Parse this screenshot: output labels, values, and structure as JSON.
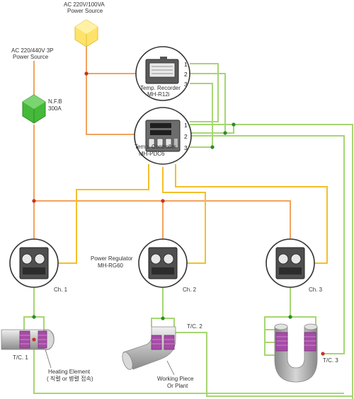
{
  "sources": {
    "ac_small": {
      "line1": "AC 220V/100VA",
      "line2": "Power Source"
    },
    "ac_main": {
      "line1": "AC 220/440V 3P",
      "line2": "Power Source"
    }
  },
  "nfb": {
    "line1": "N.F.B",
    "line2": "300A"
  },
  "recorder": {
    "line1": "Temp. Recorder",
    "line2": "MH-R12i",
    "ports": [
      "1",
      "2",
      "3"
    ]
  },
  "controller": {
    "line1": "Temp. Controller",
    "line2": "MH-PDC6",
    "ports": [
      "1",
      "2",
      "3"
    ]
  },
  "regulator": {
    "line1": "Power Regulator",
    "line2": "MH-RG60"
  },
  "channels": [
    "Ch. 1",
    "Ch. 2",
    "Ch. 3"
  ],
  "thermocouples": [
    "T/C. 1",
    "T/C. 2",
    "T/C. 3"
  ],
  "heating_element": {
    "line1": "Heating Element",
    "line2": "( 직렬 or 병렬 접속)"
  },
  "workpiece": {
    "line1": "Working Piece",
    "line2": "Or Plant"
  },
  "colors": {
    "power": "#f2a35e",
    "control": "#f5bf2a",
    "signal": "#a6d672",
    "node": "#2e8b2e",
    "junction": "#c83228",
    "heater": "#a64ca6",
    "pipe": "#b0b0b0",
    "source_box": "#fde36b",
    "nfb_box": "#45b93a"
  }
}
